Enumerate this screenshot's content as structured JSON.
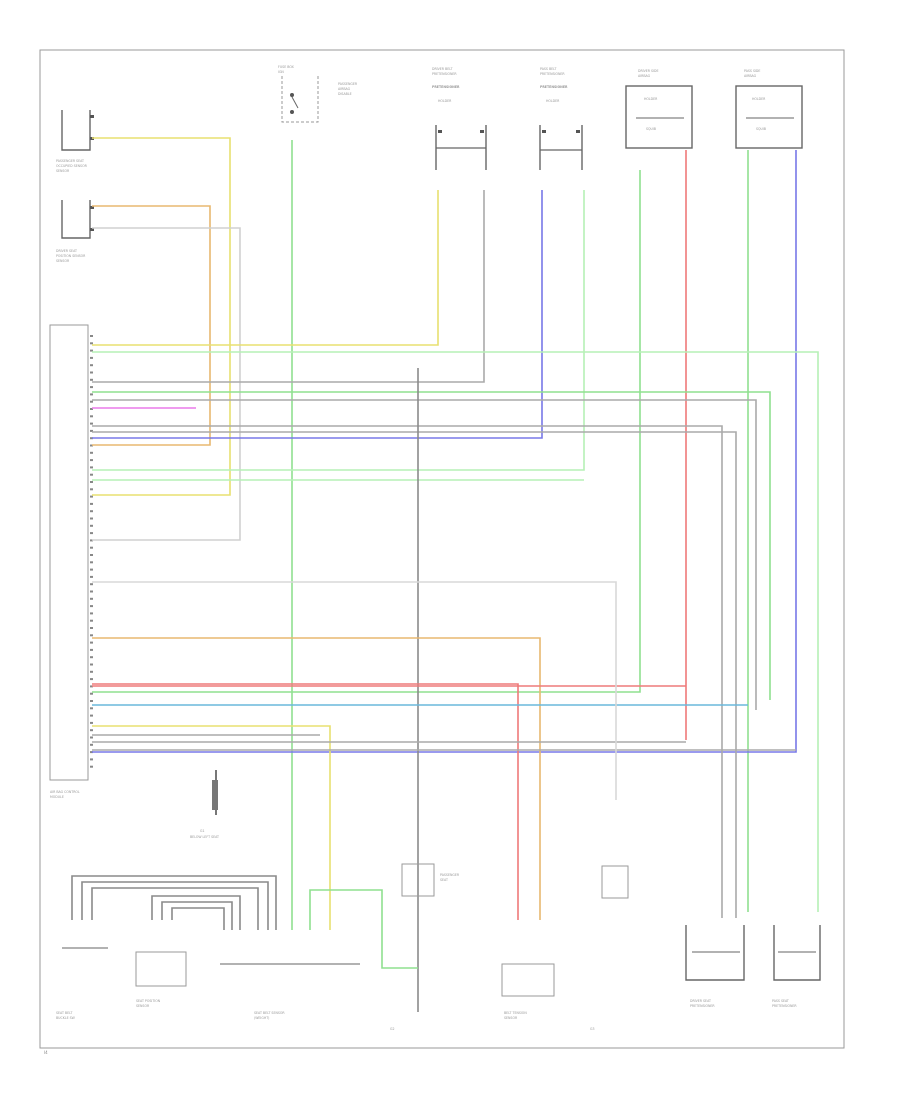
{
  "colors": {
    "yellow": "#e8e070",
    "green": "#8fe08f",
    "light_green": "#b6f0b6",
    "blue": "#7878e8",
    "red": "#ee7a7a",
    "cyan": "#6ab8dc",
    "magenta": "#ea7aea",
    "orange": "#e8b870",
    "gray": "#8a8a8a",
    "dark_gray": "#555555",
    "border": "#9a9a9a"
  },
  "icons": [
    "ground-symbol",
    "connector-pin",
    "switch-contact"
  ],
  "footer": {
    "code": "I4"
  }
}
